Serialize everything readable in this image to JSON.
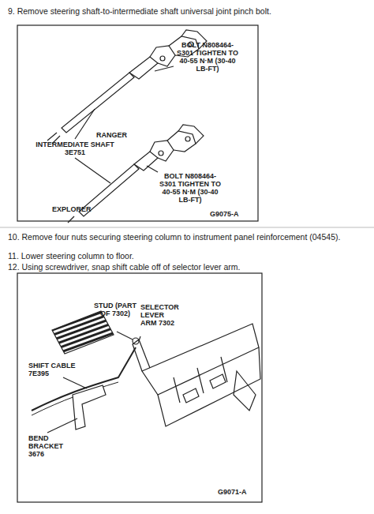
{
  "diagram": {
    "labels": [
      "9. Remove steering shaft-to-intermediate shaft universal joint pinch bolt.",
      "BOLT N808464-S301 TIGHTEN TO 40-55 N·M (30-40 LB-FT)",
      "RANGER",
      "INTERMEDIATE SHAFT 3E751",
      "EXPLORER",
      "BOLT N808464-S301 TIGHTEN TO 40-55 N·M (30-40 LB-FT)",
      "G9075-A",
      "10. Remove four nuts securing steering column to instrument panel reinforcement (04545).",
      "11. Lower steering column to floor.",
      "12. Using screwdriver, snap shift cable off of selector lever arm.",
      "STUD (PART OF 7302)",
      "SELECTOR LEVER ARM 7302",
      "SHIFT CABLE 7E395",
      "BEND BRACKET 3676",
      "G9071-A"
    ]
  }
}
